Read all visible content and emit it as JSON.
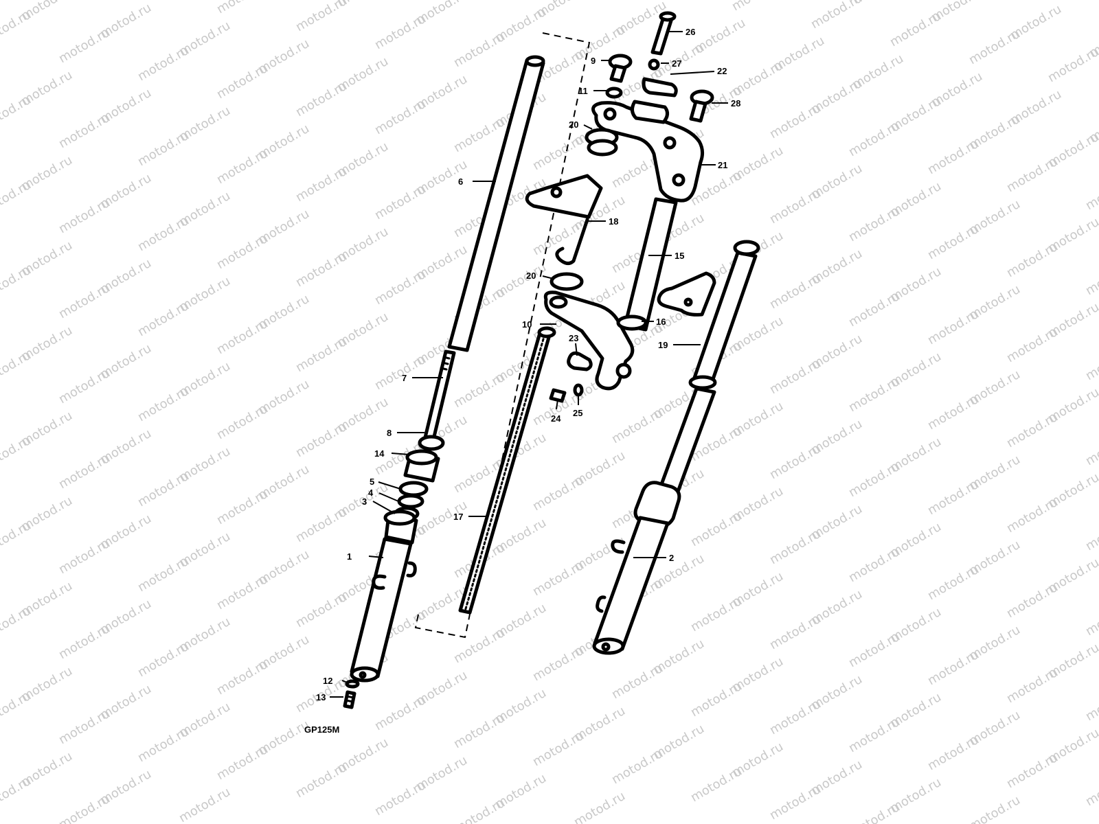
{
  "watermark": {
    "text": "motod.ru",
    "color": "#c9c9c9"
  },
  "diagram_code": "GP125M",
  "line_color": "#000000",
  "callouts": [
    "1",
    "2",
    "3",
    "4",
    "5",
    "6",
    "7",
    "8",
    "9",
    "10",
    "11",
    "12",
    "13",
    "14",
    "15",
    "16",
    "17",
    "18",
    "19",
    "20",
    "20",
    "21",
    "22",
    "23",
    "24",
    "25",
    "26",
    "27",
    "28"
  ]
}
